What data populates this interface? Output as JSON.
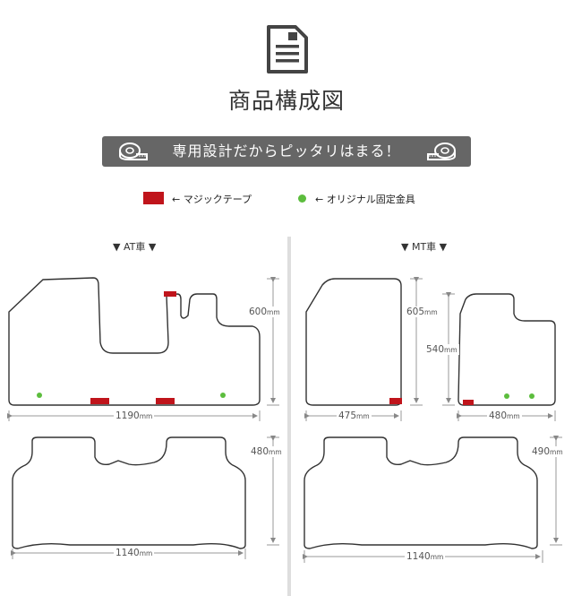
{
  "header": {
    "icon": "document-icon",
    "title": "商品構成図"
  },
  "banner": {
    "text": "専用設計だからピッタリはまる！",
    "left_icon": "tape-measure-icon",
    "right_icon": "tape-measure-icon"
  },
  "legend": {
    "magic_tape": {
      "label": "← マジックテープ",
      "color": "#c0141b"
    },
    "fixing_clip": {
      "label": "← オリジナル固定金具",
      "color": "#5cbd3d"
    }
  },
  "at_car": {
    "label": "▼ AT車 ▼",
    "front_height": {
      "value": "600",
      "unit": "mm"
    },
    "front_width": {
      "value": "1190",
      "unit": "mm"
    },
    "rear_height": {
      "value": "480",
      "unit": "mm"
    },
    "rear_width": {
      "value": "1140",
      "unit": "mm"
    }
  },
  "mt_car": {
    "label": "▼ MT車 ▼",
    "driver_height": {
      "value": "605",
      "unit": "mm"
    },
    "driver_inner_height": {
      "value": "540",
      "unit": "mm"
    },
    "driver_width": {
      "value": "475",
      "unit": "mm"
    },
    "passenger_width": {
      "value": "480",
      "unit": "mm"
    },
    "rear_height": {
      "value": "490",
      "unit": "mm"
    },
    "rear_width": {
      "value": "1140",
      "unit": "mm"
    }
  }
}
